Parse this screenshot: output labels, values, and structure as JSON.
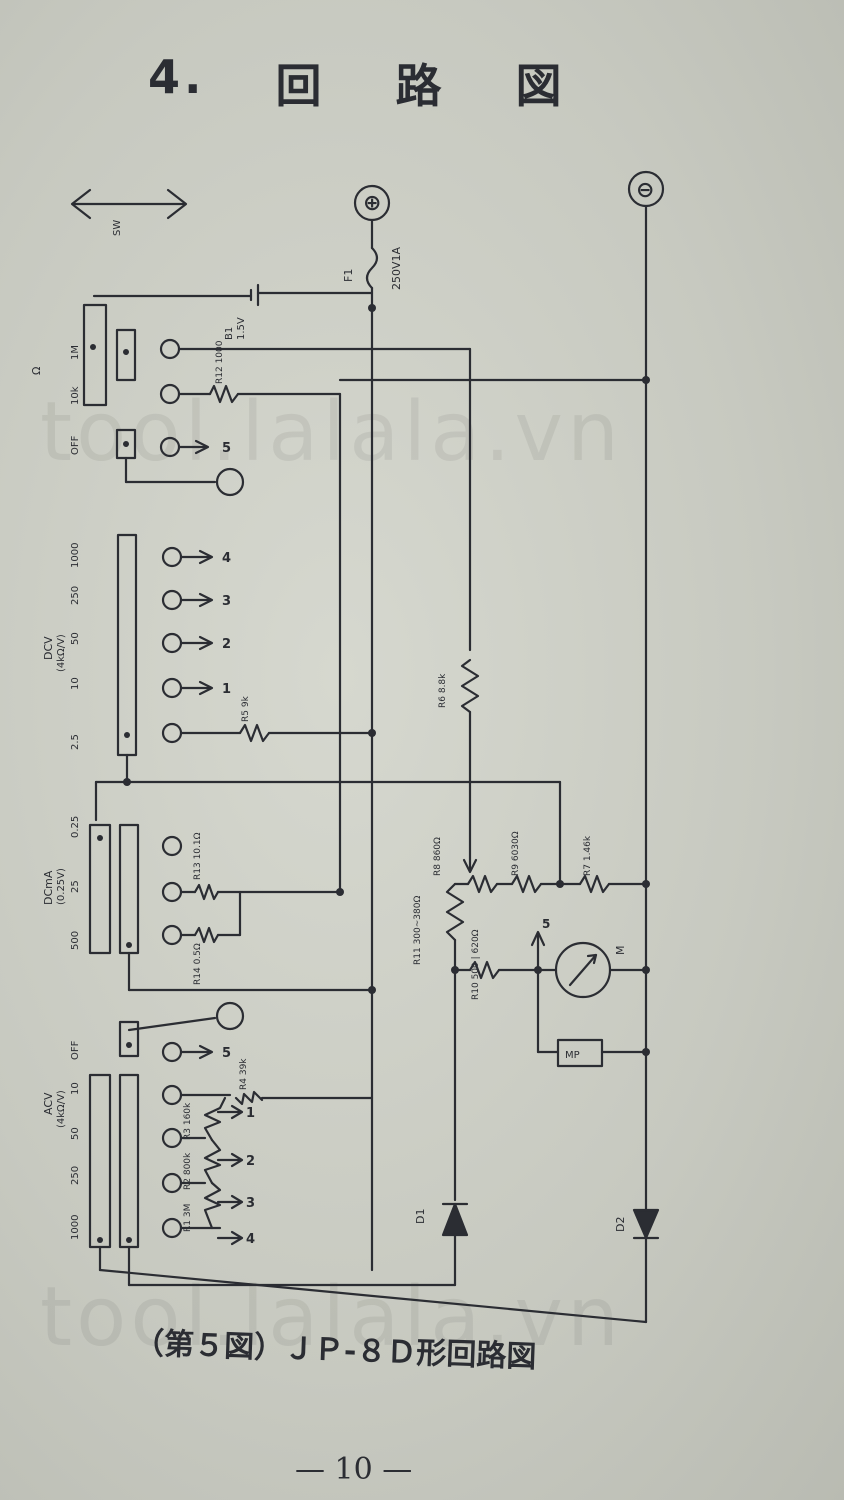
{
  "title": {
    "number": "4.",
    "word1": "回",
    "word2": "路",
    "word3": "図"
  },
  "caption": "（第５図）ＪＰ-８Ｄ形回路図",
  "page_number": "— 10 —",
  "watermark": "tool.lalala.vn",
  "arrow_label": "SW",
  "terminals": {
    "plus": "⊕",
    "minus": "⊖"
  },
  "fuse": {
    "name": "F1",
    "rating": "250V1A"
  },
  "battery": {
    "name": "B1",
    "value": "1.5V"
  },
  "ohm_section": {
    "head": "Ω",
    "ranges": [
      "OFF",
      "10k",
      "1M"
    ]
  },
  "dcv_section": {
    "head": "DCV",
    "sub": "(4kΩ/V)",
    "ranges": [
      "2.5",
      "10",
      "50",
      "250",
      "1000"
    ]
  },
  "dcma_section": {
    "head": "DCmA",
    "sub": "(0.25V)",
    "ranges": [
      "500",
      "25",
      "0.25"
    ]
  },
  "acv_section": {
    "head": "ACV",
    "sub": "(4kΩ/V)",
    "ranges": [
      "1000",
      "250",
      "50",
      "10",
      "OFF"
    ]
  },
  "resistors": {
    "r1": "R1 3M",
    "r2": "R2 800k",
    "r3": "R3 160k",
    "r4": "R4 39k",
    "r5": "R5 9k",
    "r6": "R6 8.8k",
    "r7": "R7 1.46k",
    "r8": "R8 860Ω",
    "r9": "R9 6030Ω",
    "r10": "R10 500 | 620Ω",
    "r11": "R11 300~380Ω",
    "r12": "R12 1000",
    "r13": "R13 10.1Ω",
    "r14": "R14 0.5Ω"
  },
  "components": {
    "d1": "D1",
    "d2": "D2",
    "meter": "M",
    "mp": "MP"
  },
  "switch_taps": [
    "1",
    "2",
    "3",
    "4",
    "5"
  ]
}
